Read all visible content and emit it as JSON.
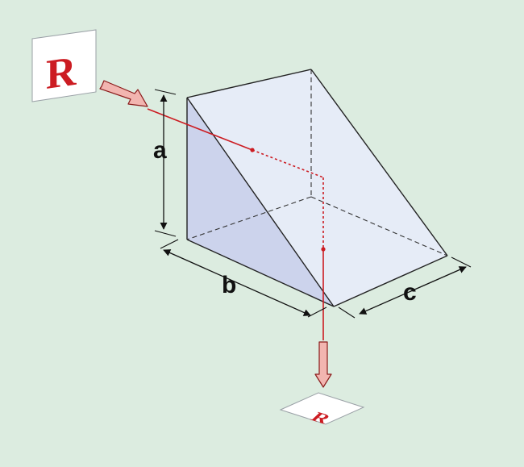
{
  "colors": {
    "background": "#dcece0",
    "prism_light": "#e6ecf7",
    "prism_dark": "#ccd3ec",
    "edge": "#222222",
    "beam": "#cc1c22",
    "arrow_fill": "#f2b5b0",
    "card": "#ffffff"
  },
  "labels": {
    "input_image_letter": "R",
    "output_image_letter": "R",
    "dim_a": "a",
    "dim_b": "b",
    "dim_c": "c"
  }
}
